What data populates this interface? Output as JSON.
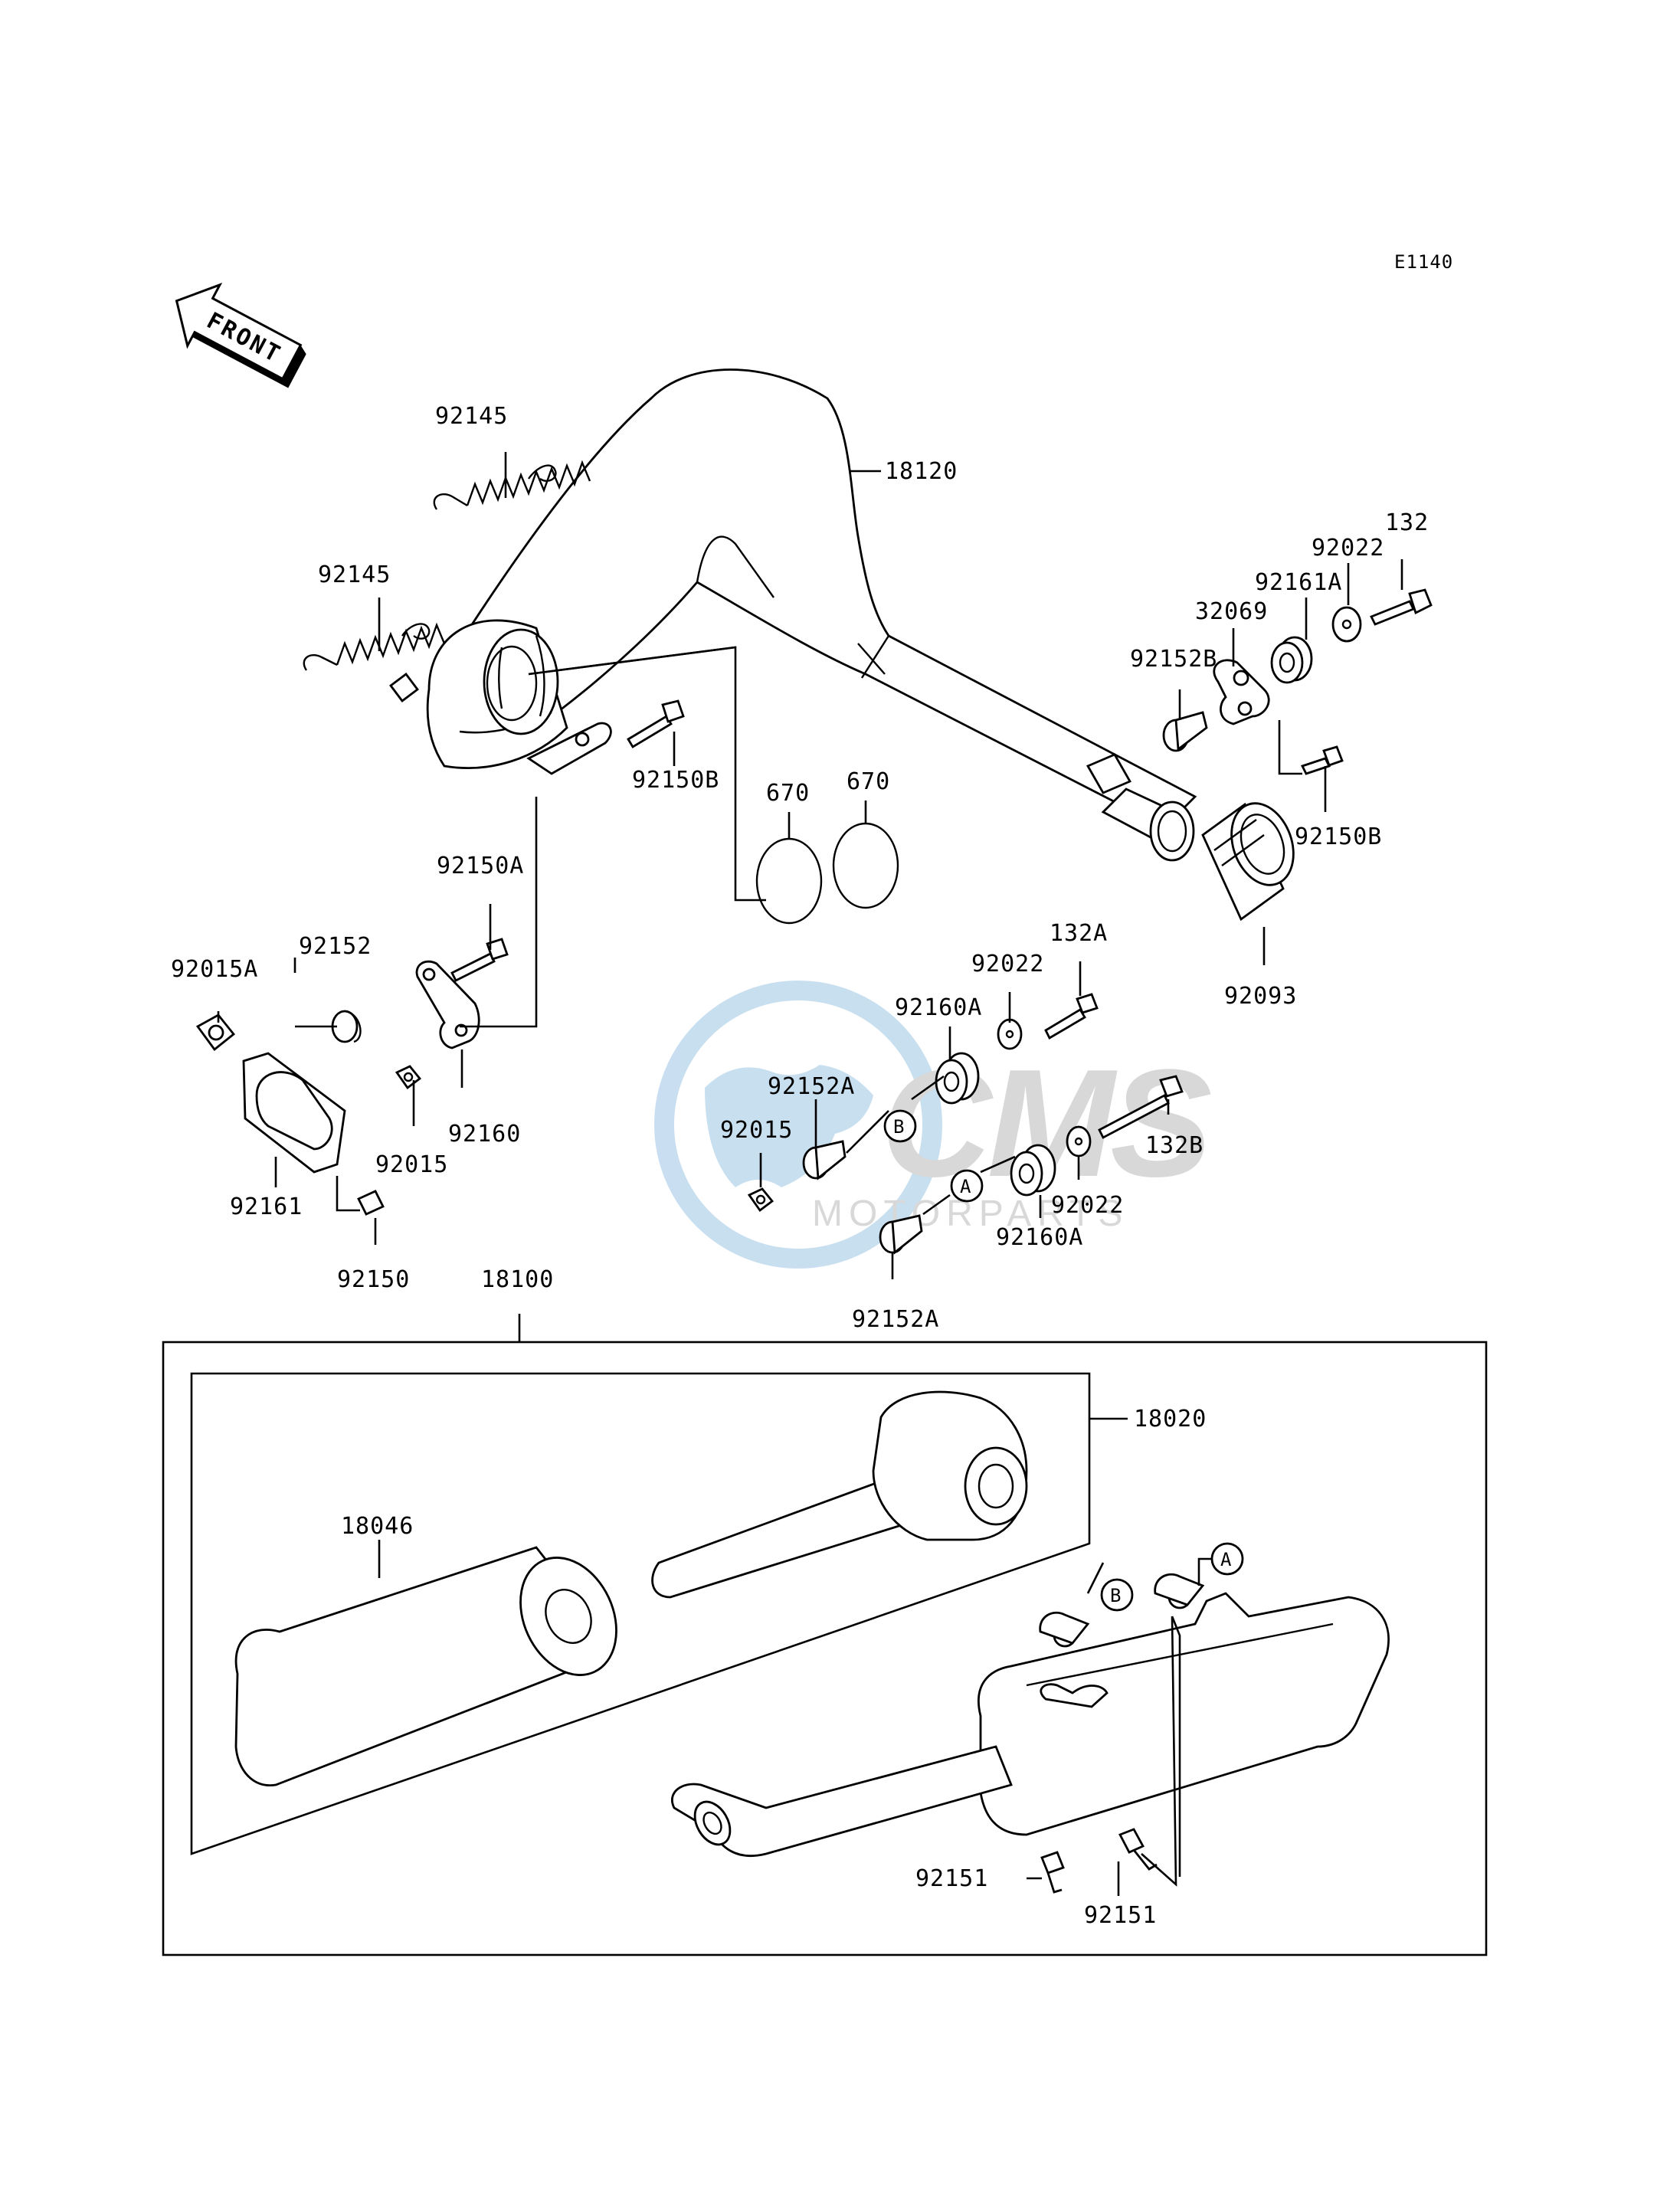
{
  "diagram_code": "E1140",
  "front_label": "FRONT",
  "watermark": {
    "brand": "CMS",
    "sub": "MOTORPARTS"
  },
  "parts": [
    {
      "key": "p18120",
      "number": "18120"
    },
    {
      "key": "p92145a",
      "number": "92145"
    },
    {
      "key": "p92145b",
      "number": "92145"
    },
    {
      "key": "p132",
      "number": "132"
    },
    {
      "key": "p92022a",
      "number": "92022"
    },
    {
      "key": "p92161A",
      "number": "92161A"
    },
    {
      "key": "p32069",
      "number": "32069"
    },
    {
      "key": "p92152B",
      "number": "92152B"
    },
    {
      "key": "p92150Ba",
      "number": "92150B"
    },
    {
      "key": "p92150Bb",
      "number": "92150B"
    },
    {
      "key": "p670a",
      "number": "670"
    },
    {
      "key": "p670b",
      "number": "670"
    },
    {
      "key": "p92093",
      "number": "92093"
    },
    {
      "key": "p92150A",
      "number": "92150A"
    },
    {
      "key": "p92015A",
      "number": "92015A"
    },
    {
      "key": "p92152",
      "number": "92152"
    },
    {
      "key": "p92160",
      "number": "92160"
    },
    {
      "key": "p92015a",
      "number": "92015"
    },
    {
      "key": "p92161",
      "number": "92161"
    },
    {
      "key": "p92150",
      "number": "92150"
    },
    {
      "key": "p132A",
      "number": "132A"
    },
    {
      "key": "p92022b",
      "number": "92022"
    },
    {
      "key": "p92160Aa",
      "number": "92160A"
    },
    {
      "key": "p92152Aa",
      "number": "92152A"
    },
    {
      "key": "p92015b",
      "number": "92015"
    },
    {
      "key": "p132B",
      "number": "132B"
    },
    {
      "key": "p92022c",
      "number": "92022"
    },
    {
      "key": "p92160Ab",
      "number": "92160A"
    },
    {
      "key": "p92152Ab",
      "number": "92152A"
    },
    {
      "key": "p18100",
      "number": "18100"
    },
    {
      "key": "p18020",
      "number": "18020"
    },
    {
      "key": "p18046",
      "number": "18046"
    },
    {
      "key": "p92151a",
      "number": "92151"
    },
    {
      "key": "p92151b",
      "number": "92151"
    }
  ],
  "markers": {
    "A": "A",
    "B": "B"
  }
}
